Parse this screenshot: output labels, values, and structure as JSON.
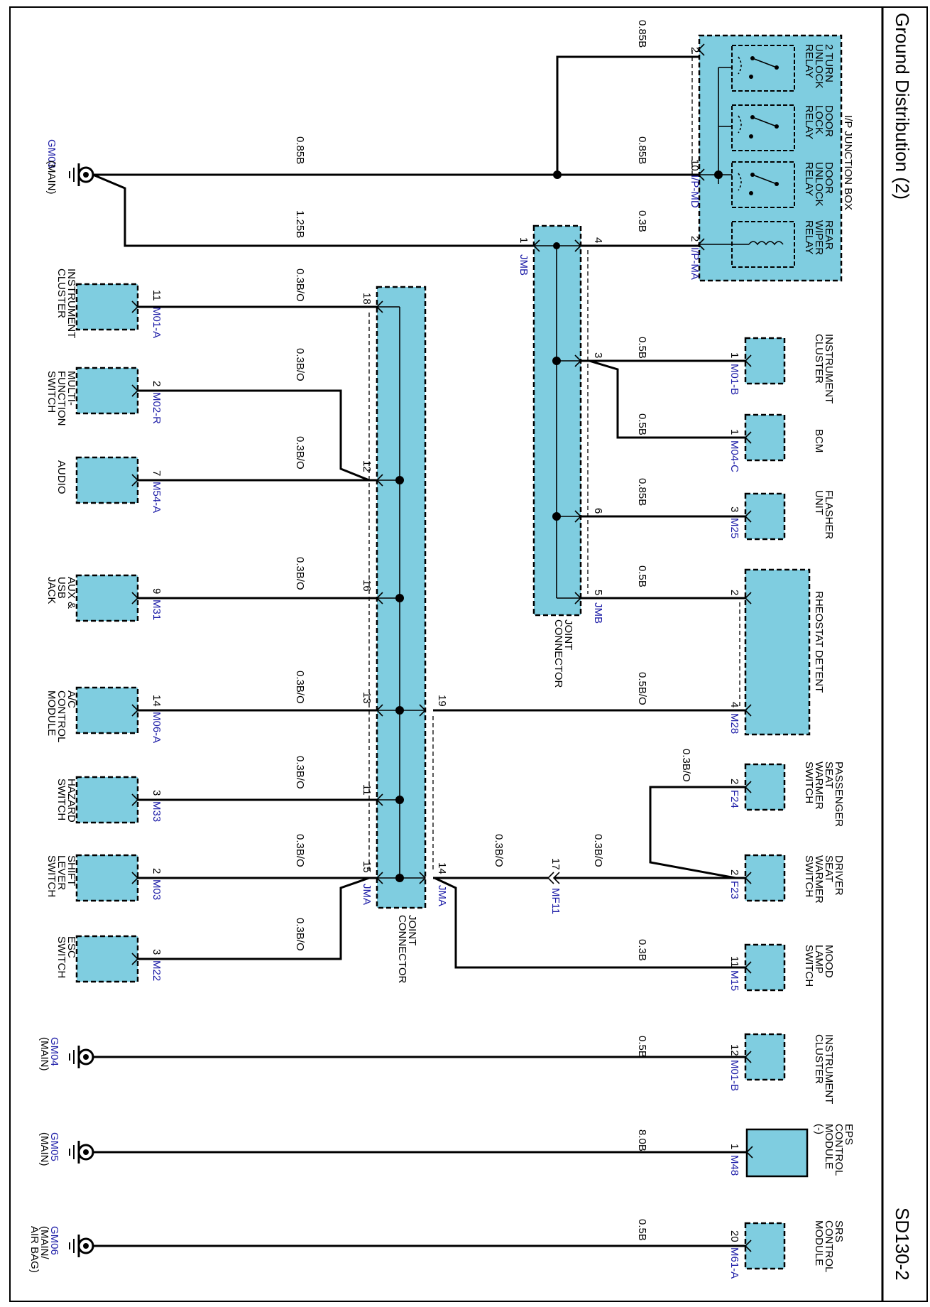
{
  "header": {
    "title": "Ground Distribution (2)",
    "code": "SD130-2"
  },
  "jb": {
    "title": "I/P JUNCTION BOX",
    "relay1": [
      "2 TURN",
      "UNLOCK",
      "RELAY"
    ],
    "relay2": [
      "DOOR",
      "LOCK",
      "RELAY"
    ],
    "relay3": [
      "DOOR",
      "UNLOCK",
      "RELAY"
    ],
    "relay4": [
      "REAR",
      "WIPER",
      "RELAY"
    ],
    "conn_md": "I/P-MD",
    "conn_ma": "I/P-MA"
  },
  "grounds": {
    "gm03": {
      "id": "GM03",
      "suffix": "(MAIN)"
    },
    "gm04": {
      "id": "GM04",
      "suffix": "(MAIN)"
    },
    "gm05": {
      "id": "GM05",
      "suffix": "(MAIN)"
    },
    "gm06": {
      "id": "GM06",
      "suffix": [
        "(MAIN/",
        "AIR BAG)"
      ]
    }
  },
  "joint_connector": {
    "label": [
      "JOINT",
      "CONNECTOR"
    ],
    "jmb": "JMB",
    "jma": "JMA"
  },
  "wires": {
    "w_085b": "0.85B",
    "w_125b": "1.25B",
    "w_03b": "0.3B",
    "w_05b": "0.5B",
    "w_03bo": "0.3B/O",
    "w_05bo": "0.5B/O",
    "w_80b": "8.0B"
  },
  "components_left": [
    {
      "name": [
        "INSTRUMENT",
        "CLUSTER"
      ],
      "conn": "M01-A",
      "pin": "11",
      "jpin": "18"
    },
    {
      "name": [
        "MULTI-",
        "FUNCTION",
        "SWITCH"
      ],
      "conn": "M02-R",
      "pin": "2",
      "jpin": "12"
    },
    {
      "name": [
        "AUDIO"
      ],
      "conn": "M54-A",
      "pin": "7",
      "jpin": ""
    },
    {
      "name": [
        "AUX &",
        "USB",
        "JACK"
      ],
      "conn": "M31",
      "pin": "9",
      "jpin": "16"
    },
    {
      "name": [
        "A/C",
        "CONTROL",
        "MODULE"
      ],
      "conn": "M06-A",
      "pin": "14",
      "jpin": "13"
    },
    {
      "name": [
        "HAZARD",
        "SWITCH"
      ],
      "conn": "M33",
      "pin": "3",
      "jpin": "11"
    },
    {
      "name": [
        "SHIFT",
        "LEVER",
        "SWITCH"
      ],
      "conn": "M03",
      "pin": "2",
      "jpin": "15"
    },
    {
      "name": [
        "ESC",
        "SWITCH"
      ],
      "conn": "M22",
      "pin": "3",
      "jpin": ""
    }
  ],
  "components_right": [
    {
      "name": [
        "INSTRUMENT",
        "CLUSTER"
      ],
      "conn": "M01-B",
      "pin": "1"
    },
    {
      "name": [
        "BCM"
      ],
      "conn": "M04-C",
      "pin": "1"
    },
    {
      "name": [
        "FLASHER",
        "UNIT"
      ],
      "conn": "M25",
      "pin": "3"
    },
    {
      "name": [
        "RHEOSTAT DETENT"
      ],
      "conn": "M28",
      "pin_a": "2",
      "pin_b": "4"
    },
    {
      "name": [
        "PASSENGER",
        "SEAT",
        "WARMER",
        "SWITCH"
      ],
      "conn": "F24",
      "pin": "2"
    },
    {
      "name": [
        "DRIVER",
        "SEAT",
        "WARMER",
        "SWITCH"
      ],
      "conn": "F23",
      "pin": "2"
    },
    {
      "name": [
        "MOOD",
        "LAMP",
        "SWITCH"
      ],
      "conn": "M15",
      "pin": "11"
    },
    {
      "name": [
        "INSTRUMENT",
        "CLUSTER"
      ],
      "conn": "M01-B",
      "pin": "12"
    },
    {
      "name": [
        "EPS",
        "CONTROL",
        "MODULE",
        "(-)"
      ],
      "conn": "M48",
      "pin": "1"
    },
    {
      "name": [
        "SRS",
        "CONTROL",
        "MODULE"
      ],
      "conn": "M61-A",
      "pin": "20"
    }
  ],
  "pins": {
    "jb_p2": "2",
    "jb_p10": "10",
    "jb_p2b": "2",
    "jmb_p1": "1",
    "jmb_p4": "4",
    "jmb_p3": "3",
    "jmb_p6": "6",
    "jmb_p5": "5",
    "jma_p19": "19",
    "jma_p14": "14",
    "mf11_pin": "17",
    "mf11": "MF11"
  }
}
